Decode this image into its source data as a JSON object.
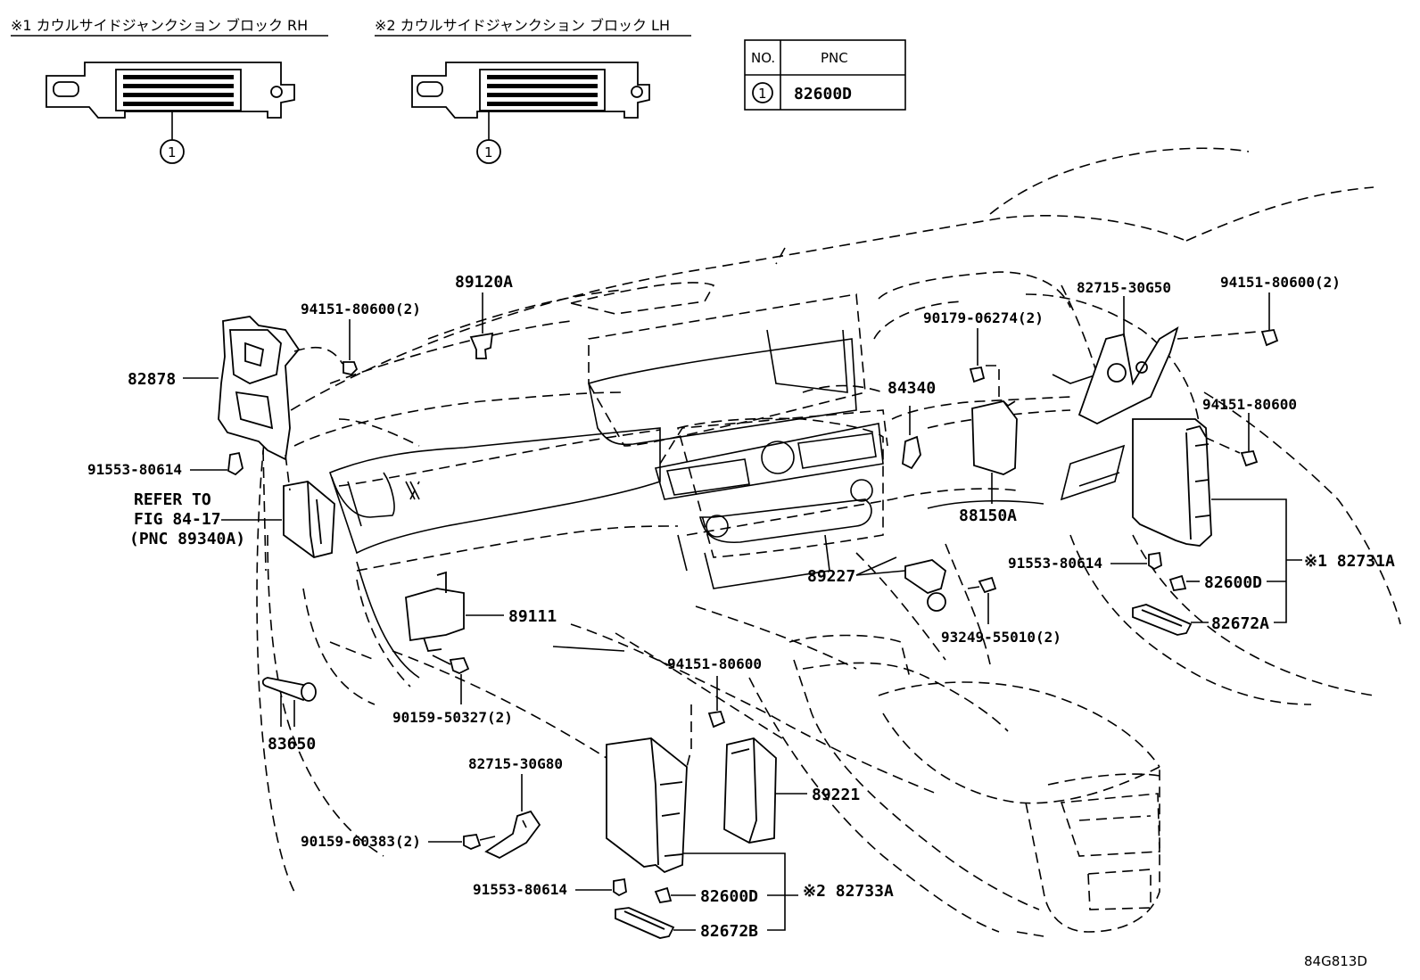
{
  "headers": {
    "rh_title": "※1 カウルサイドジャンクション ブロック RH",
    "lh_title": "※2 カウルサイドジャンクション ブロック LH"
  },
  "table": {
    "col_no": "NO.",
    "col_pnc": "PNC",
    "row1_no": "1",
    "row1_pnc": "82600D"
  },
  "callouts": {
    "c1_rh": "1",
    "c1_lh": "1"
  },
  "labels": {
    "p89120A": "89120A",
    "p94151_2_left": "94151-80600(2)",
    "p82878": "82878",
    "p91553_left": "91553-80614",
    "refer1": "REFER TO",
    "refer2": "FIG 84-17",
    "refer3": "(PNC 89340A)",
    "p89111": "89111",
    "p90159_50327": "90159-50327(2)",
    "p83650": "83650",
    "p82715_30G80": "82715-30G80",
    "p90159_60383": "90159-60383(2)",
    "p91553_bottom": "91553-80614",
    "p94151_mid": "94151-80600",
    "p89221": "89221",
    "p82600D_bottom": "82600D",
    "p82733A": "※2 82733A",
    "p82672B": "82672B",
    "p84340": "84340",
    "p90179": "90179-06274(2)",
    "p88150A": "88150A",
    "p89227": "89227",
    "p93249": "93249-55010(2)",
    "p82715_30G50": "82715-30G50",
    "p94151_2_right": "94151-80600(2)",
    "p94151_right": "94151-80600",
    "p91553_right": "91553-80614",
    "p82731A": "※1 82731A",
    "p82600D_right": "82600D",
    "p82672A": "82672A"
  },
  "figure_code": "84G813D"
}
